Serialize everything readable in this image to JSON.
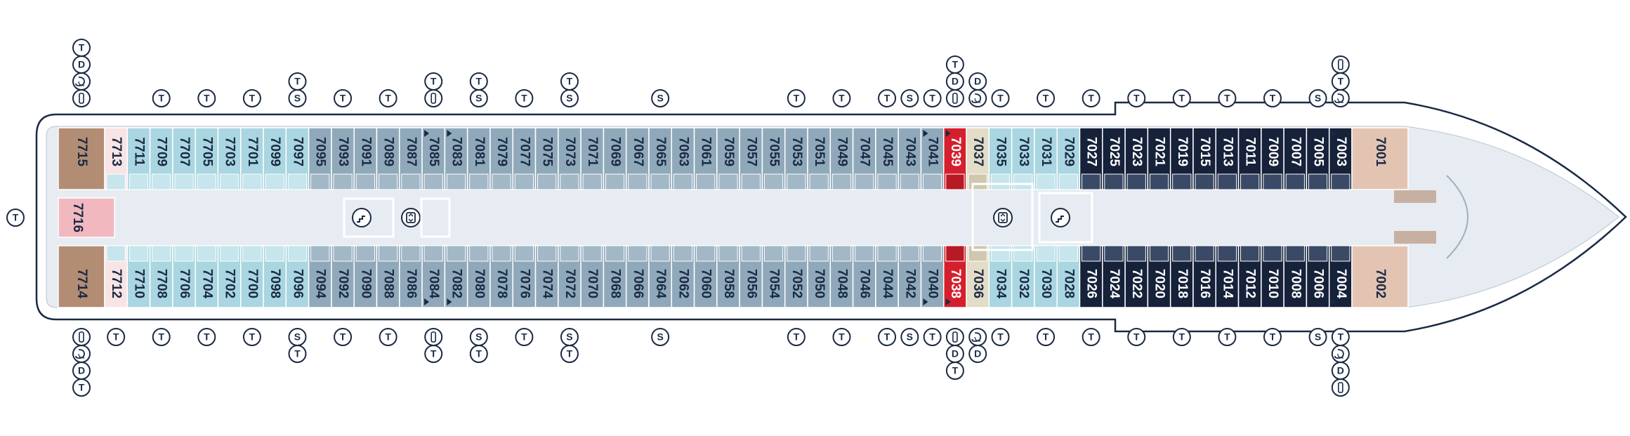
{
  "colors": {
    "standard": "#8fa9ba",
    "standard_balcony": "#a9d6e0",
    "suite": "#16213a",
    "suite_balcony": "#3a4a66",
    "accessible": "#d41f2c",
    "interior_special": "#e3dcc6",
    "owners_suite": "#b28d74",
    "aft_light": "#f8e3e5",
    "aft_pink": "#f2b8c0",
    "forward_suite": "#e3c4b3",
    "corridor": "#e6ecf1",
    "outline": "#1a2a44"
  },
  "symbols": {
    "T": "tv-icon",
    "S": "sofa-bed-icon",
    "D": "disabled-access-icon",
    "C": "connecting-door-icon",
    "P": "pullman-bed-icon"
  },
  "cabins": {
    "top_row": [
      "7715",
      "7713",
      "7711",
      "7709",
      "7707",
      "7705",
      "7703",
      "7701",
      "7099",
      "7097",
      "7095",
      "7093",
      "7091",
      "7089",
      "7087",
      "7085",
      "7083",
      "7081",
      "7079",
      "7077",
      "7075",
      "7073",
      "7071",
      "7069",
      "7067",
      "7065",
      "7063",
      "7061",
      "7059",
      "7057",
      "7055",
      "7053",
      "7051",
      "7049",
      "7047",
      "7045",
      "7043",
      "7041",
      "7039",
      "7037",
      "7035",
      "7033",
      "7031",
      "7029",
      "7027",
      "7025",
      "7023",
      "7021",
      "7019",
      "7015",
      "7013",
      "7011",
      "7009",
      "7007",
      "7005",
      "7003",
      "7001"
    ],
    "bottom_row": [
      "7714",
      "7712",
      "7710",
      "7708",
      "7706",
      "7704",
      "7702",
      "7700",
      "7098",
      "7096",
      "7094",
      "7092",
      "7090",
      "7088",
      "7086",
      "7084",
      "7082",
      "7080",
      "7078",
      "7076",
      "7074",
      "7072",
      "7070",
      "7068",
      "7066",
      "7064",
      "7062",
      "7060",
      "7058",
      "7056",
      "7054",
      "7052",
      "7050",
      "7048",
      "7046",
      "7044",
      "7042",
      "7040",
      "7038",
      "7036",
      "7034",
      "7032",
      "7030",
      "7028",
      "7026",
      "7024",
      "7022",
      "7020",
      "7018",
      "7016",
      "7014",
      "7012",
      "7010",
      "7008",
      "7006",
      "7004",
      "7002"
    ],
    "aft_center": "7716"
  },
  "cabin_types": {
    "top": [
      "owner",
      "aftlight",
      "balc",
      "balc",
      "balc",
      "balc",
      "balc",
      "balc",
      "balc",
      "balc",
      "std",
      "std",
      "std",
      "std",
      "std",
      "std",
      "std",
      "std",
      "std",
      "std",
      "std",
      "std",
      "std",
      "std",
      "std",
      "std",
      "std",
      "std",
      "std",
      "std",
      "std",
      "std",
      "std",
      "std",
      "std",
      "std",
      "std",
      "std",
      "acc",
      "special",
      "balc",
      "balc",
      "balc",
      "balc",
      "suite",
      "suite",
      "suite",
      "suite",
      "suite",
      "suite",
      "suite",
      "suite",
      "suite",
      "suite",
      "suite",
      "suite",
      "fwd"
    ],
    "bottom": [
      "owner",
      "aftlight",
      "balc",
      "balc",
      "balc",
      "balc",
      "balc",
      "balc",
      "balc",
      "balc",
      "std",
      "std",
      "std",
      "std",
      "std",
      "std",
      "std",
      "std",
      "std",
      "std",
      "std",
      "std",
      "std",
      "std",
      "std",
      "std",
      "std",
      "std",
      "std",
      "std",
      "std",
      "std",
      "std",
      "std",
      "std",
      "std",
      "std",
      "std",
      "acc",
      "special",
      "balc",
      "balc",
      "balc",
      "balc",
      "suite",
      "suite",
      "suite",
      "suite",
      "suite",
      "suite",
      "suite",
      "suite",
      "suite",
      "suite",
      "suite",
      "suite",
      "fwd"
    ]
  },
  "stair_markers": [
    "7085",
    "7083",
    "7041",
    "7039",
    "7003",
    "7084",
    "7082",
    "7040",
    "7038",
    "7004"
  ],
  "symbols_top": [
    {
      "cabin": "7715",
      "stack": [
        "T",
        "D",
        "C",
        "P"
      ]
    },
    {
      "cabin": "7709",
      "stack": [
        "T"
      ]
    },
    {
      "cabin": "7705",
      "stack": [
        "T"
      ]
    },
    {
      "cabin": "7701",
      "stack": [
        "T"
      ]
    },
    {
      "cabin": "7097",
      "stack": [
        "T",
        "S"
      ]
    },
    {
      "cabin": "7093",
      "stack": [
        "T"
      ]
    },
    {
      "cabin": "7089",
      "stack": [
        "T"
      ]
    },
    {
      "cabin": "7085",
      "stack": [
        "T",
        "P"
      ]
    },
    {
      "cabin": "7081",
      "stack": [
        "T",
        "S"
      ]
    },
    {
      "cabin": "7077",
      "stack": [
        "T"
      ]
    },
    {
      "cabin": "7073",
      "stack": [
        "T",
        "S"
      ]
    },
    {
      "cabin": "7065",
      "stack": [
        "S"
      ]
    },
    {
      "cabin": "7053",
      "stack": [
        "T"
      ]
    },
    {
      "cabin": "7049",
      "stack": [
        "T"
      ]
    },
    {
      "cabin": "7045",
      "stack": [
        "T"
      ]
    },
    {
      "cabin": "7043",
      "stack": [
        "S"
      ]
    },
    {
      "cabin": "7041",
      "stack": [
        "T"
      ]
    },
    {
      "cabin": "7039",
      "stack": [
        "T",
        "D",
        "P"
      ]
    },
    {
      "cabin": "7037",
      "stack": [
        "D",
        "C"
      ]
    },
    {
      "cabin": "7035",
      "stack": [
        "T"
      ]
    },
    {
      "cabin": "7031",
      "stack": [
        "T"
      ]
    },
    {
      "cabin": "7027",
      "stack": [
        "T"
      ]
    },
    {
      "cabin": "7023",
      "stack": [
        "T"
      ]
    },
    {
      "cabin": "7019",
      "stack": [
        "T"
      ]
    },
    {
      "cabin": "7013",
      "stack": [
        "T"
      ]
    },
    {
      "cabin": "7009",
      "stack": [
        "T"
      ]
    },
    {
      "cabin": "7005",
      "stack": [
        "S"
      ]
    },
    {
      "cabin": "7003",
      "stack": [
        "P",
        "T",
        "C"
      ]
    }
  ],
  "symbols_bottom": [
    {
      "cabin": "7714",
      "stack": [
        "P",
        "C",
        "D",
        "T"
      ]
    },
    {
      "cabin": "7712",
      "stack": [
        "T"
      ]
    },
    {
      "cabin": "7708",
      "stack": [
        "T"
      ]
    },
    {
      "cabin": "7704",
      "stack": [
        "T"
      ]
    },
    {
      "cabin": "7700",
      "stack": [
        "T"
      ]
    },
    {
      "cabin": "7096",
      "stack": [
        "S",
        "T"
      ]
    },
    {
      "cabin": "7092",
      "stack": [
        "T"
      ]
    },
    {
      "cabin": "7088",
      "stack": [
        "T"
      ]
    },
    {
      "cabin": "7084",
      "stack": [
        "P",
        "T"
      ]
    },
    {
      "cabin": "7080",
      "stack": [
        "S",
        "T"
      ]
    },
    {
      "cabin": "7076",
      "stack": [
        "T"
      ]
    },
    {
      "cabin": "7072",
      "stack": [
        "S",
        "T"
      ]
    },
    {
      "cabin": "7064",
      "stack": [
        "S"
      ]
    },
    {
      "cabin": "7052",
      "stack": [
        "T"
      ]
    },
    {
      "cabin": "7048",
      "stack": [
        "T"
      ]
    },
    {
      "cabin": "7044",
      "stack": [
        "T"
      ]
    },
    {
      "cabin": "7042",
      "stack": [
        "S"
      ]
    },
    {
      "cabin": "7040",
      "stack": [
        "T"
      ]
    },
    {
      "cabin": "7038",
      "stack": [
        "P",
        "D",
        "T"
      ]
    },
    {
      "cabin": "7036",
      "stack": [
        "C",
        "D"
      ]
    },
    {
      "cabin": "7034",
      "stack": [
        "T"
      ]
    },
    {
      "cabin": "7030",
      "stack": [
        "T"
      ]
    },
    {
      "cabin": "7026",
      "stack": [
        "T"
      ]
    },
    {
      "cabin": "7022",
      "stack": [
        "T"
      ]
    },
    {
      "cabin": "7018",
      "stack": [
        "T"
      ]
    },
    {
      "cabin": "7014",
      "stack": [
        "T"
      ]
    },
    {
      "cabin": "7010",
      "stack": [
        "T"
      ]
    },
    {
      "cabin": "7006",
      "stack": [
        "S"
      ]
    },
    {
      "cabin": "7004",
      "stack": [
        "T",
        "C",
        "D",
        "P"
      ]
    }
  ],
  "stern_symbol": "T",
  "facilities": [
    "stairs-icon",
    "elevator-icon",
    "elevator-icon",
    "stairs-icon"
  ]
}
